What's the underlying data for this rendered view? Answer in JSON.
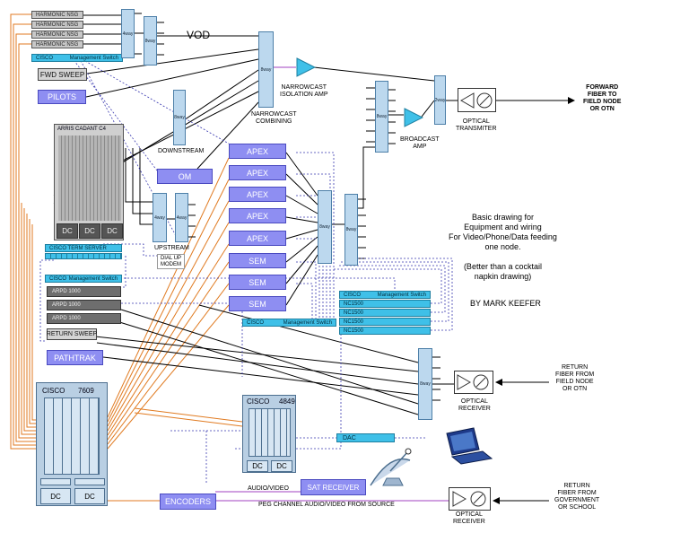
{
  "harmonic": [
    "HARMONIC NSG",
    "HARMONIC NSG",
    "HARMONIC NSG",
    "HARMONIC NSG"
  ],
  "mgmt_switch": {
    "cisco": "CISCO",
    "name": "Management Switch"
  },
  "fwd_sweep": "FWD SWEEP",
  "pilots": "PILOTS",
  "vod": "VOD",
  "split4": "4way",
  "split8": "8way",
  "split2": "2way",
  "narrowcast_amp": "NARROWCAST\nISOLATION AMP",
  "narrowcast_combining": "NARROWCAST\nCOMBINING",
  "broadcast_amp": "BROADCAST\nAMP",
  "optical_transmitter": "OPTICAL\nTRANSMITER",
  "forward_fiber": "FORWARD\nFIBER TO\nFIELD NODE\nOR OTN",
  "arris": "ARRIS CADANT C4",
  "dc": "DC",
  "downstream": "DOWNSTREAM",
  "upstream": "UPSTREAM",
  "om": "OM",
  "apex": [
    "APEX",
    "APEX",
    "APEX",
    "APEX",
    "APEX"
  ],
  "sem": [
    "SEM",
    "SEM",
    "SEM"
  ],
  "term_server": "CISCO TERM SERVER",
  "dialup": "DIAL UP\nMODEM",
  "arpd": [
    "ARPD 1000",
    "ARPD 1000",
    "ARPD 1000"
  ],
  "return_sweep": "RETURN SWEEP",
  "pathtrak": "PATHTRAK",
  "nc1500": [
    "NC1500",
    "NC1500",
    "NC1500",
    "NC1500"
  ],
  "cisco7609": {
    "brand": "CISCO",
    "model": "7609"
  },
  "cisco4849": {
    "brand": "CISCO",
    "model": "4849"
  },
  "dac": "DAC",
  "encoders": "ENCODERS",
  "audio_video": "AUDIO/VIDEO",
  "sat_receiver": "SAT RECEIVER",
  "peg_channel": "PEG CHANNEL AUDIO/VIDEO FROM SOURCE",
  "optical_receiver": "OPTICAL\nRECEIVER",
  "return_fiber_node": "RETURN\nFIBER FROM\nFIELD NODE\nOR OTN",
  "return_fiber_gov": "RETURN\nFIBER FROM\nGOVERNMENT\nOR SCHOOL",
  "description": "Basic drawing for\nEquipment and wiring\nFor Video/Phone/Data feeding\none node.\n\n(Better than a cocktail\nnapkin drawing)",
  "author": "BY MARK KEEFER",
  "colors": {
    "purple": "#8e8ef2",
    "cyan": "#3fc0e8",
    "splitter": "#bcd8ee",
    "orange": "#e07a20",
    "wire_blue": "#3a3ab0"
  }
}
